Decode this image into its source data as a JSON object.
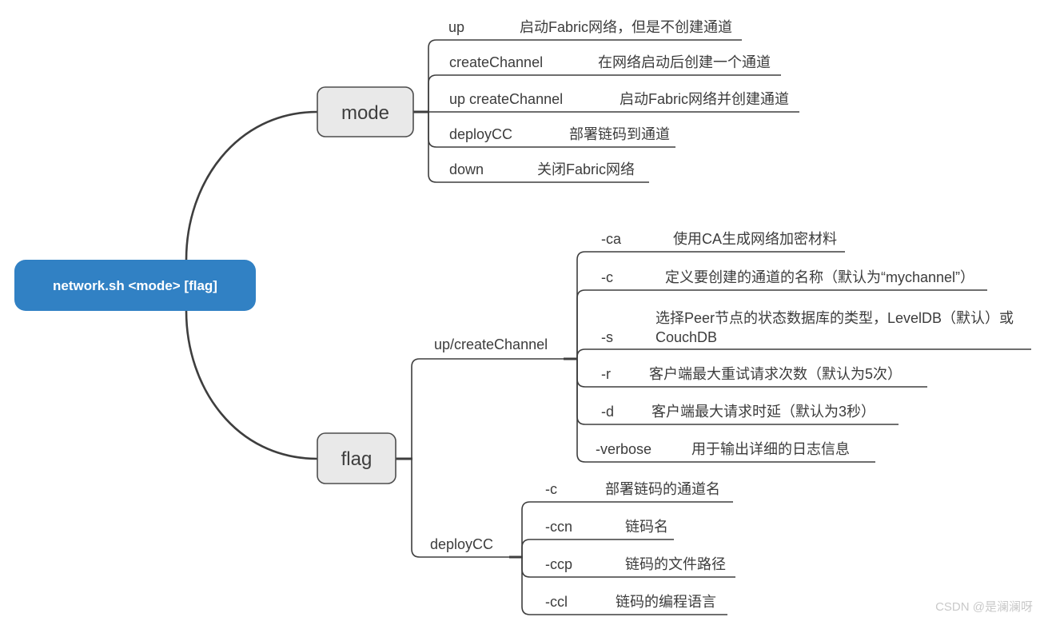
{
  "diagram": {
    "root": {
      "label": "network.sh <mode> [flag]"
    },
    "mode_branch": {
      "label": "mode",
      "children": [
        {
          "label": "up",
          "desc": "启动Fabric网络，但是不创建通道"
        },
        {
          "label": "createChannel",
          "desc": "在网络启动后创建一个通道"
        },
        {
          "label": "up createChannel",
          "desc": "启动Fabric网络并创建通道"
        },
        {
          "label": "deployCC",
          "desc": "部署链码到通道"
        },
        {
          "label": "down",
          "desc": "关闭Fabric网络"
        }
      ]
    },
    "flag_branch": {
      "label": "flag",
      "groups": [
        {
          "label": "up/createChannel",
          "children": [
            {
              "label": "-ca",
              "desc": "使用CA生成网络加密材料"
            },
            {
              "label": "-c",
              "desc": "定义要创建的通道的名称（默认为“mychannel”）"
            },
            {
              "label": "-s",
              "desc": "选择Peer节点的状态数据库的类型，LevelDB（默认）或",
              "desc2": "CouchDB"
            },
            {
              "label": "-r",
              "desc": "客户端最大重试请求次数（默认为5次）"
            },
            {
              "label": "-d",
              "desc": "客户端最大请求时延（默认为3秒）"
            },
            {
              "label": "-verbose",
              "desc": "用于输出详细的日志信息"
            }
          ]
        },
        {
          "label": "deployCC",
          "children": [
            {
              "label": "-c",
              "desc": "部署链码的通道名"
            },
            {
              "label": "-ccn",
              "desc": "链码名"
            },
            {
              "label": "-ccp",
              "desc": "链码的文件路径"
            },
            {
              "label": "-ccl",
              "desc": "链码的编程语言"
            }
          ]
        }
      ]
    }
  },
  "watermark": "CSDN @是澜澜呀",
  "colors": {
    "root_fill": "#3181c4",
    "branch_fill": "#e9e9e9",
    "line": "#3e3e3e",
    "text": "#3c3c3c",
    "watermark": "#c9c9c9"
  }
}
